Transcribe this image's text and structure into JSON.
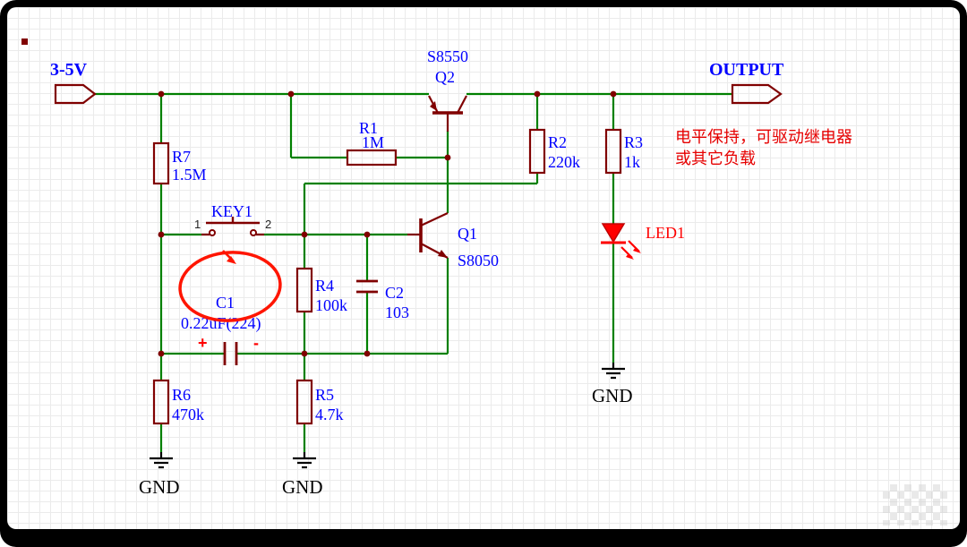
{
  "ports": {
    "input": "3-5V",
    "output": "OUTPUT"
  },
  "components": {
    "Q2": {
      "ref": "Q2",
      "part": "S8550"
    },
    "Q1": {
      "ref": "Q1",
      "part": "S8050"
    },
    "R1": {
      "ref": "R1",
      "value": "1M"
    },
    "R2": {
      "ref": "R2",
      "value": "220k"
    },
    "R3": {
      "ref": "R3",
      "value": "1k"
    },
    "R4": {
      "ref": "R4",
      "value": "100k"
    },
    "R5": {
      "ref": "R5",
      "value": "4.7k"
    },
    "R6": {
      "ref": "R6",
      "value": "470k"
    },
    "R7": {
      "ref": "R7",
      "value": "1.5M"
    },
    "C1": {
      "ref": "C1",
      "value": "0.22uF(224)",
      "plus": "+",
      "minus": "-"
    },
    "C2": {
      "ref": "C2",
      "value": "103"
    },
    "KEY1": {
      "ref": "KEY1",
      "pin1": "1",
      "pin2": "2"
    },
    "LED1": {
      "ref": "LED1"
    }
  },
  "gnd": {
    "label": "GND"
  },
  "annotation": {
    "line1": "电平保持，可驱动继电器",
    "line2": "或其它负载"
  },
  "colors": {
    "wire": "#008000",
    "component_outline": "#800000",
    "label": "#0000FF",
    "highlight": "#FF0000",
    "annotation_text": "#E60000",
    "junction": "#800000",
    "ground": "#000000"
  }
}
